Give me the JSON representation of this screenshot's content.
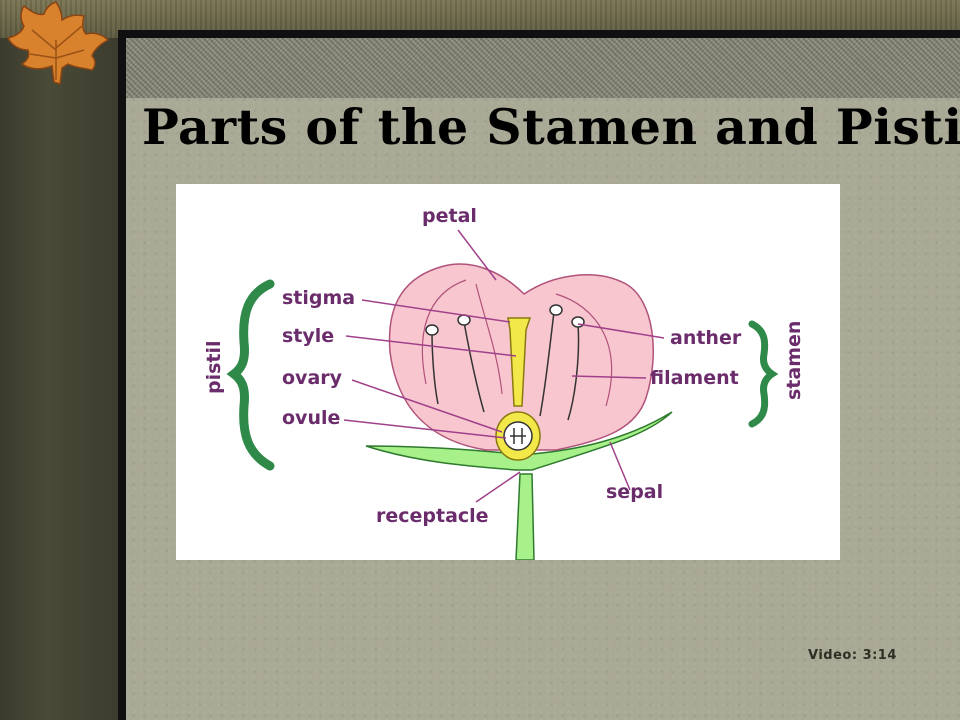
{
  "slide": {
    "title": "Parts of the Stamen and Pistil",
    "caption": "Video: 3:14"
  },
  "diagram": {
    "labels": {
      "petal": "petal",
      "stigma": "stigma",
      "style": "style",
      "ovary": "ovary",
      "ovule": "ovule",
      "pistil": "pistil",
      "anther": "anther",
      "filament": "filament",
      "stamen": "stamen",
      "sepal": "sepal",
      "receptacle": "receptacle"
    }
  },
  "colors": {
    "label_text": "#6b2c6b",
    "petal_fill": "#f4c6cf",
    "bracket_green": "#2f8a4a",
    "stem_green": "#9ff07a",
    "pistil_yellow": "#f2e84a"
  }
}
